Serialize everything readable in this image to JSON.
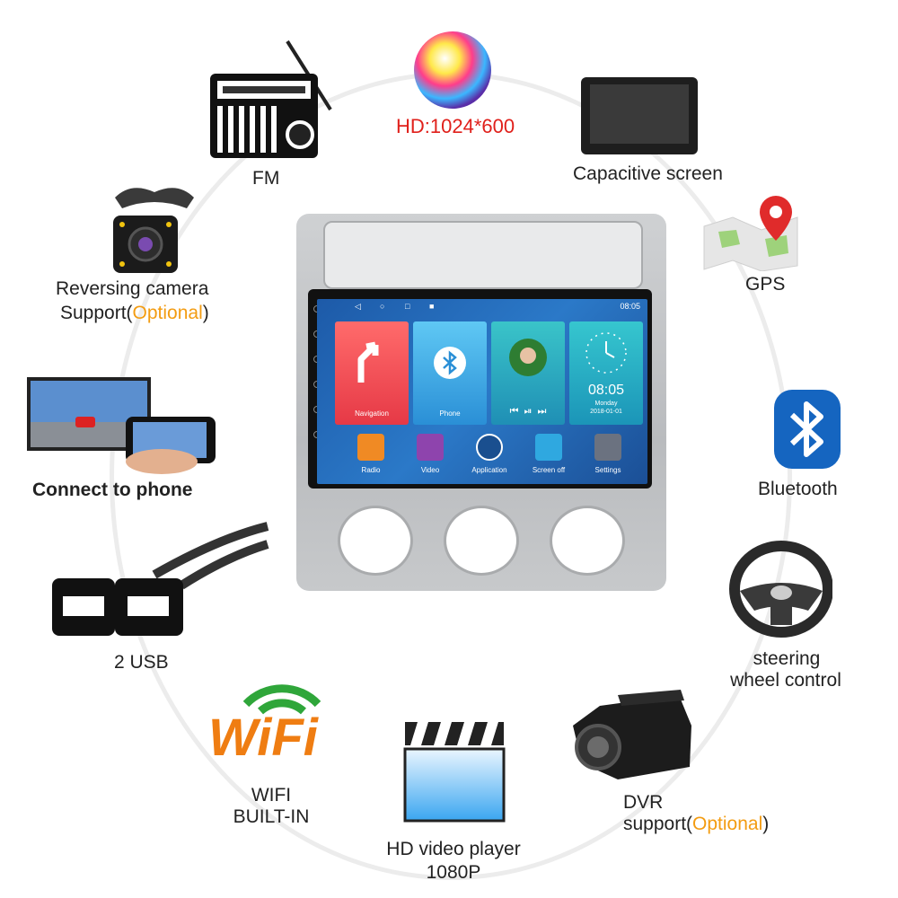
{
  "features": {
    "fm": "FM",
    "hd": "HD:1024*600",
    "capacitive": "Capacitive screen",
    "gps": "GPS",
    "bluetooth": "Bluetooth",
    "steering_line1": "steering",
    "steering_line2": "wheel control",
    "dvr_line1": "DVR",
    "dvr_prefix": "support(",
    "dvr_optional": "Optional",
    "dvr_suffix": ")",
    "video_line1": "HD video player",
    "video_line2": "1080P",
    "wifi_line1": "WIFI",
    "wifi_line2": "BUILT-IN",
    "wifi_logo": "WiFi",
    "usb": "2 USB",
    "phone": "Connect to phone",
    "camera_line1": "Reversing camera",
    "camera_prefix": "Support(",
    "camera_optional": "Optional",
    "camera_suffix": ")"
  },
  "device": {
    "status_time": "08:05",
    "tiles": [
      "Navigation",
      "Phone",
      "",
      "Monday 2018-01-01"
    ],
    "clock": "08:05",
    "clock_date1": "Monday",
    "clock_date2": "2018-01-01",
    "apps": [
      "Radio",
      "Video",
      "Application",
      "Screen off",
      "Settings"
    ]
  },
  "colors": {
    "accent_orange": "#f39c12",
    "hd_red": "#e0201b"
  }
}
